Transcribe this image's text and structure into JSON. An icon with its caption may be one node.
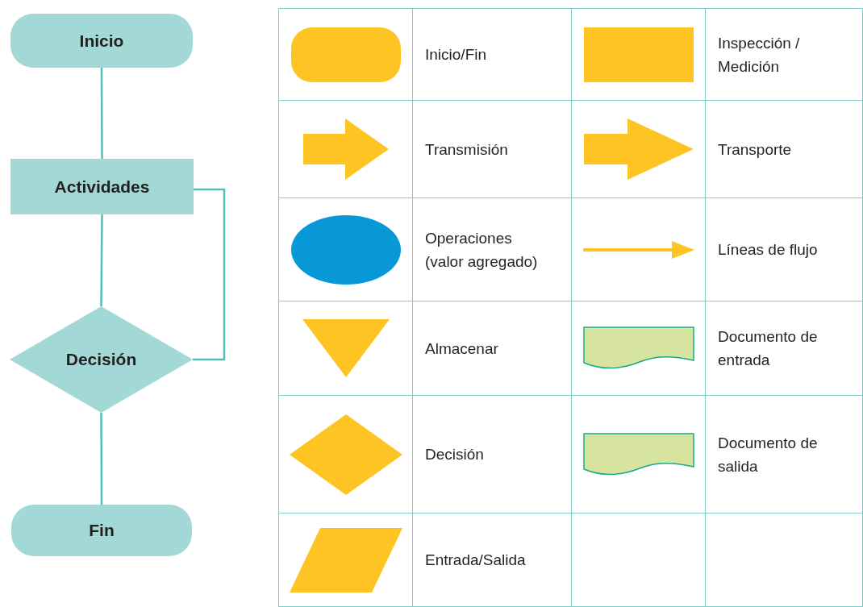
{
  "diagram": {
    "nodes": [
      {
        "text": [
          "Inicio"
        ]
      },
      {
        "text": [
          "Actividades"
        ]
      },
      {
        "text": [
          "Decisión"
        ]
      },
      {
        "text": [
          "Fin"
        ]
      }
    ],
    "edges": [
      {
        "from": 0,
        "to": 1,
        "arrow": "none"
      },
      {
        "from": 1,
        "to": 2,
        "arrow": "none"
      },
      {
        "from": 1,
        "to": 2,
        "arrow": "none"
      },
      {
        "from": 2,
        "to": 3,
        "arrow": "none"
      }
    ],
    "legend": [
      {
        "text": "Inicio/Fin",
        "color": "#fdc424"
      },
      {
        "text": "Inspección / Medición",
        "color": "#fdc424"
      },
      {
        "text": "Transmisión",
        "color": "#fdc424"
      },
      {
        "text": "Transporte",
        "color": "#fdc424"
      },
      {
        "text": "Operaciones (valor agregado)",
        "color": "#0898d8"
      },
      {
        "text": "Líneas de flujo"
      },
      {
        "text": "Almacenar",
        "color": "#fdc424"
      },
      {
        "text": "Documento de entrada",
        "color": "#d6e49f"
      },
      {
        "text": "Decisión",
        "color": "#fdc424"
      },
      {
        "text": "Documento de salida",
        "color": "#d6e49f"
      },
      {
        "text": "Entrada/Salida",
        "color": "#fdc424"
      }
    ]
  }
}
